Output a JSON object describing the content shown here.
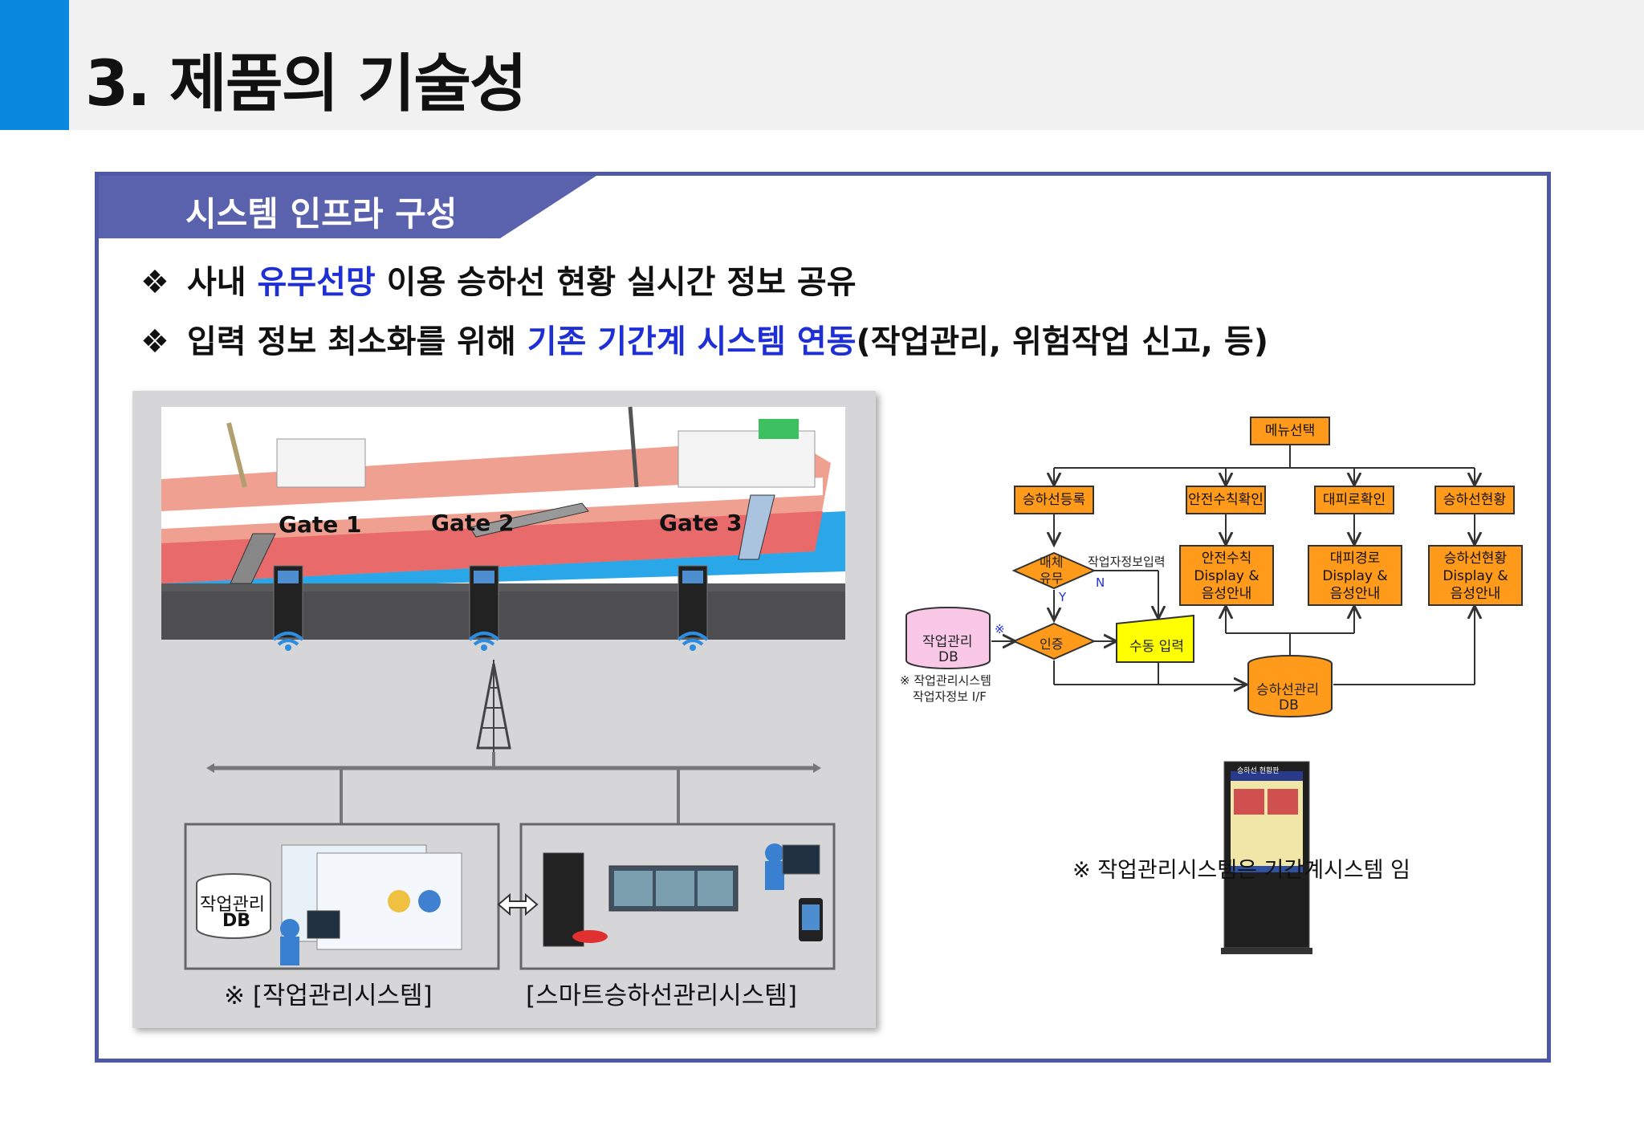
{
  "header": {
    "title": "3. 제품의 기술성"
  },
  "section": {
    "title": "시스템 인프라 구성"
  },
  "bullets": [
    {
      "mark": "❖",
      "pre": "사내 ",
      "highlight": "유무선망",
      "post": " 이용 승하선 현황 실시간 정보 공유"
    },
    {
      "mark": "❖",
      "pre": "입력 정보 최소화를 위해 ",
      "highlight": "기존 기간계 시스템 연동",
      "post": "(작업관리, 위험작업 신고, 등)"
    }
  ],
  "illustration": {
    "gates": [
      "Gate 1",
      "Gate 2",
      "Gate 3"
    ],
    "db_label_1": "작업관리",
    "db_label_2": "DB",
    "caption_left": "※ [작업관리시스템]",
    "caption_right": "[스마트승하선관리시스템]"
  },
  "flowchart": {
    "menu": "메뉴선택",
    "branches": [
      "승하선등록",
      "안전수칙확인",
      "대피로확인",
      "승하선현황"
    ],
    "displays": [
      [
        "안전수칙",
        "Display &",
        "음성안내"
      ],
      [
        "대피경로",
        "Display &",
        "음성안내"
      ],
      [
        "승하선현황",
        "Display &",
        "음성안내"
      ]
    ],
    "decision_1": [
      "매체",
      "유무"
    ],
    "decision_1_label": "작업자정보입력",
    "yes": "Y",
    "no": "N",
    "decision_2": "인증",
    "manual_input": "수동 입력",
    "work_db": [
      "작업관리",
      "DB"
    ],
    "work_db_note_mark": "※",
    "work_db_note": [
      "※ 작업관리시스템",
      "작업자정보 I/F"
    ],
    "boarding_db": [
      "승하선관리",
      "DB"
    ]
  },
  "kiosk": {
    "screen_title": "승하선 현황판"
  },
  "footnote": "※ 작업관리시스템은 기간계시스템 임",
  "colors": {
    "accent": "#0a88e0",
    "frame": "#4f58a6",
    "highlight": "#1e2fd6",
    "flow_orange": "#ff9a1a",
    "flow_yellow": "#ffff00",
    "db_pink": "#f9c8e6"
  }
}
